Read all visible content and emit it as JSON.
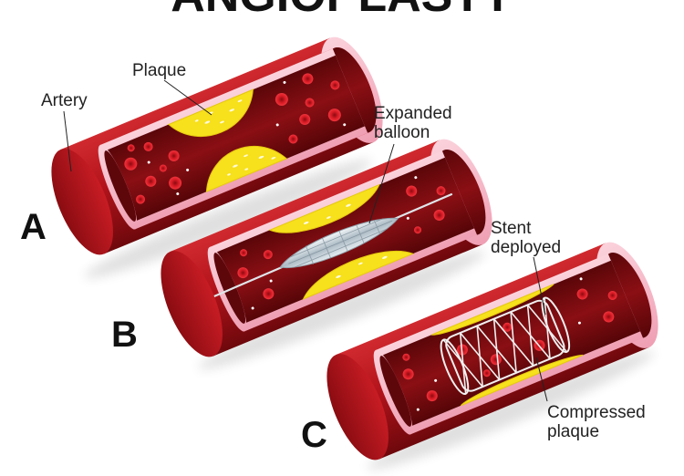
{
  "title": "ANGIOPLASTY",
  "labels": {
    "artery": "Artery",
    "plaque": "Plaque",
    "expanded_balloon_line1": "Expanded",
    "expanded_balloon_line2": "balloon",
    "stent_line1": "Stent",
    "stent_line2": "deployed",
    "compressed_line1": "Compressed",
    "compressed_line2": "plaque"
  },
  "stages": [
    {
      "letter": "A"
    },
    {
      "letter": "B"
    },
    {
      "letter": "C"
    }
  ],
  "colors": {
    "artery_outer": "#b3131b",
    "artery_dark": "#7a0c10",
    "lumen": "#6e0a0e",
    "intima_pink": "#f7b8c6",
    "plaque_yellow": "#f7e01c",
    "blood_cell": "#e0202a",
    "stent_wire": "#e8e8e8",
    "balloon": "#c9d4dc"
  }
}
